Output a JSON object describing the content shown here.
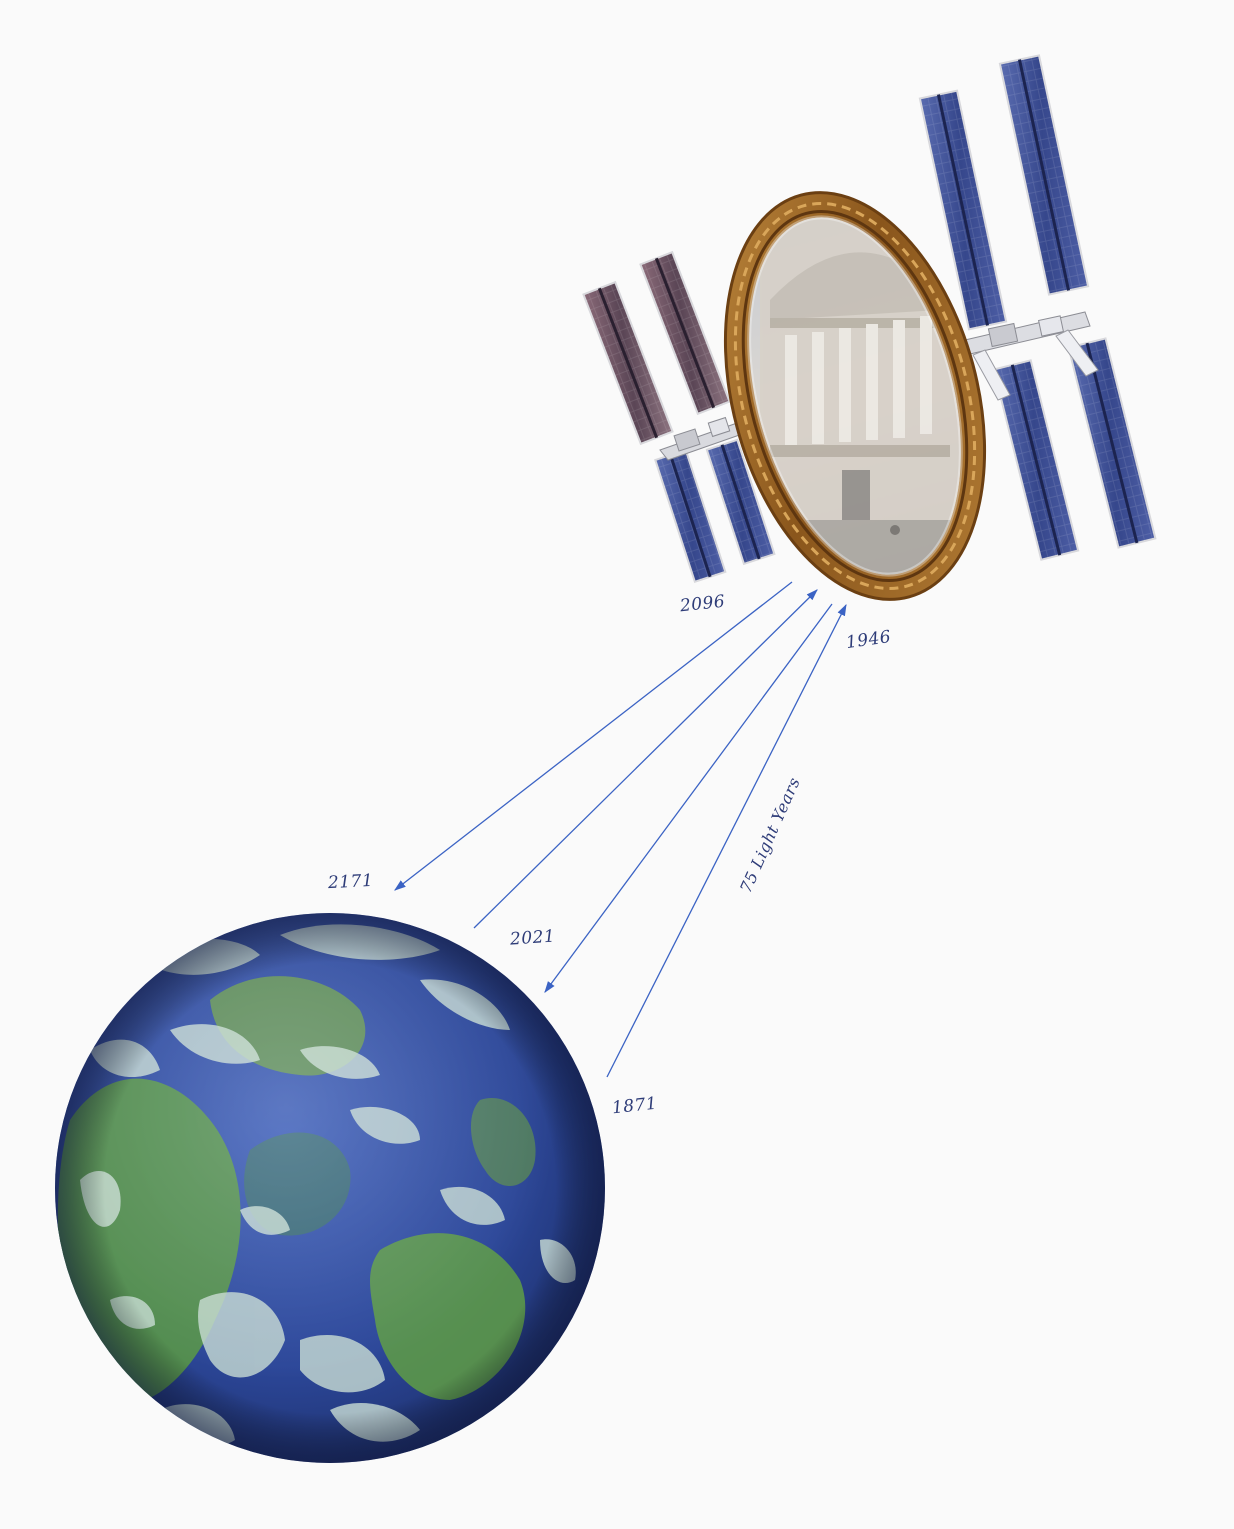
{
  "labels": {
    "y2096": "2096",
    "y1946": "1946",
    "y2171": "2171",
    "y2021": "2021",
    "y1871": "1871",
    "distance": "75 Light Years"
  },
  "colors": {
    "arrow": "#3b63c4",
    "label": "#2e3c78",
    "frame": "#9a6525",
    "panel": "#3d4f92",
    "ocean": "#2c47a0",
    "land": "#5b9a44",
    "cloud": "#c9ddd4"
  }
}
